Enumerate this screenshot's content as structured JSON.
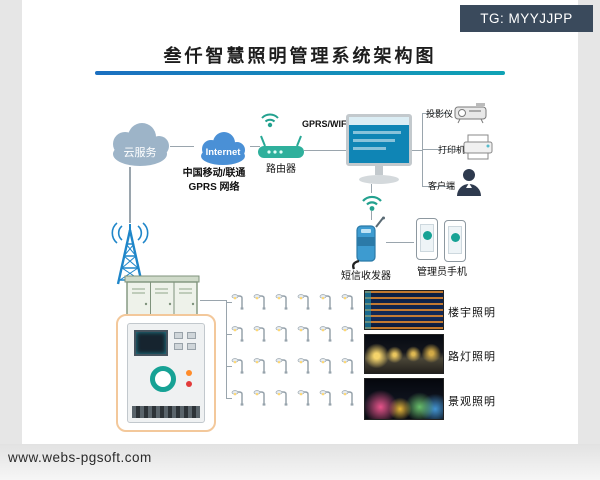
{
  "badge": "TG: MYYJJPP",
  "title": "叁仟智慧照明管理系统架构图",
  "watermark": "www.webs-pgsoft.com",
  "labels": {
    "cloud": "云服务",
    "internet": "Internet",
    "router": "路由器",
    "gprs_wifi": "GPRS/WIFI",
    "carrier": "中国移动/联通",
    "network": "GPRS 网络",
    "projector": "投影仪",
    "printer": "打印机",
    "client": "客户端",
    "sms": "短信收发器",
    "phones": "管理员手机",
    "building": "楼宇照明",
    "street": "路灯照明",
    "landscape": "景观照明"
  },
  "colors": {
    "accent_teal": "#23a18f",
    "accent_blue": "#1f86c9",
    "badge_bg": "#3a4a5c",
    "rule_start": "#1b6fc0",
    "rule_end": "#0fa3b5"
  },
  "lights": {
    "rows": 4,
    "per_row": 6
  }
}
